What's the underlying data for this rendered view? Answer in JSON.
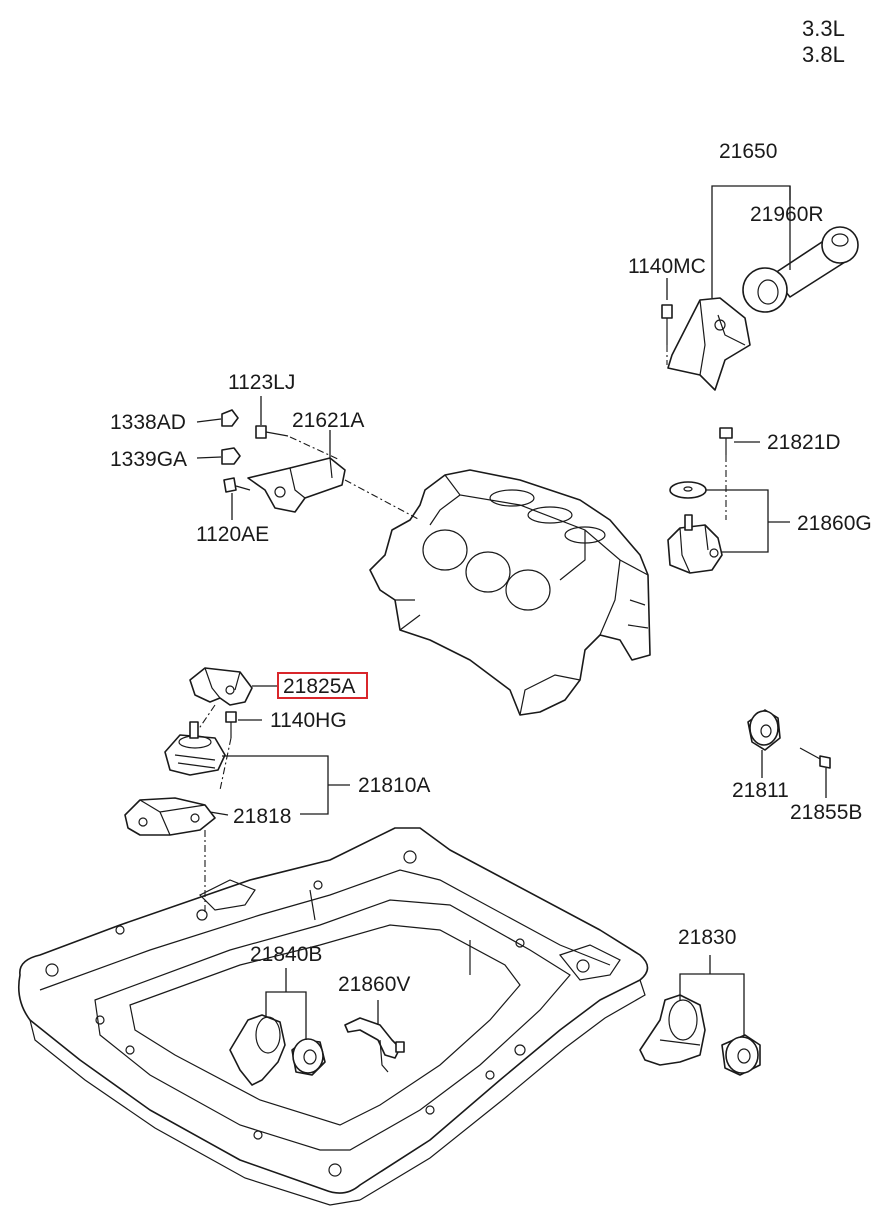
{
  "engines": [
    "3.3L",
    "3.8L"
  ],
  "parts": {
    "p21650": "21650",
    "p21960R": "21960R",
    "p1140MC": "1140MC",
    "p1123LJ": "1123LJ",
    "p1338AD": "1338AD",
    "p21621A": "21621A",
    "p1339GA": "1339GA",
    "p1120AE": "1120AE",
    "p21821D": "21821D",
    "p21860G": "21860G",
    "p21825A": "21825A",
    "p1140HG": "1140HG",
    "p21810A": "21810A",
    "p21818": "21818",
    "p21811": "21811",
    "p21855B": "21855B",
    "p21830": "21830",
    "p21840B": "21840B",
    "p21860V": "21860V"
  },
  "highlight_color": "#d9262b"
}
